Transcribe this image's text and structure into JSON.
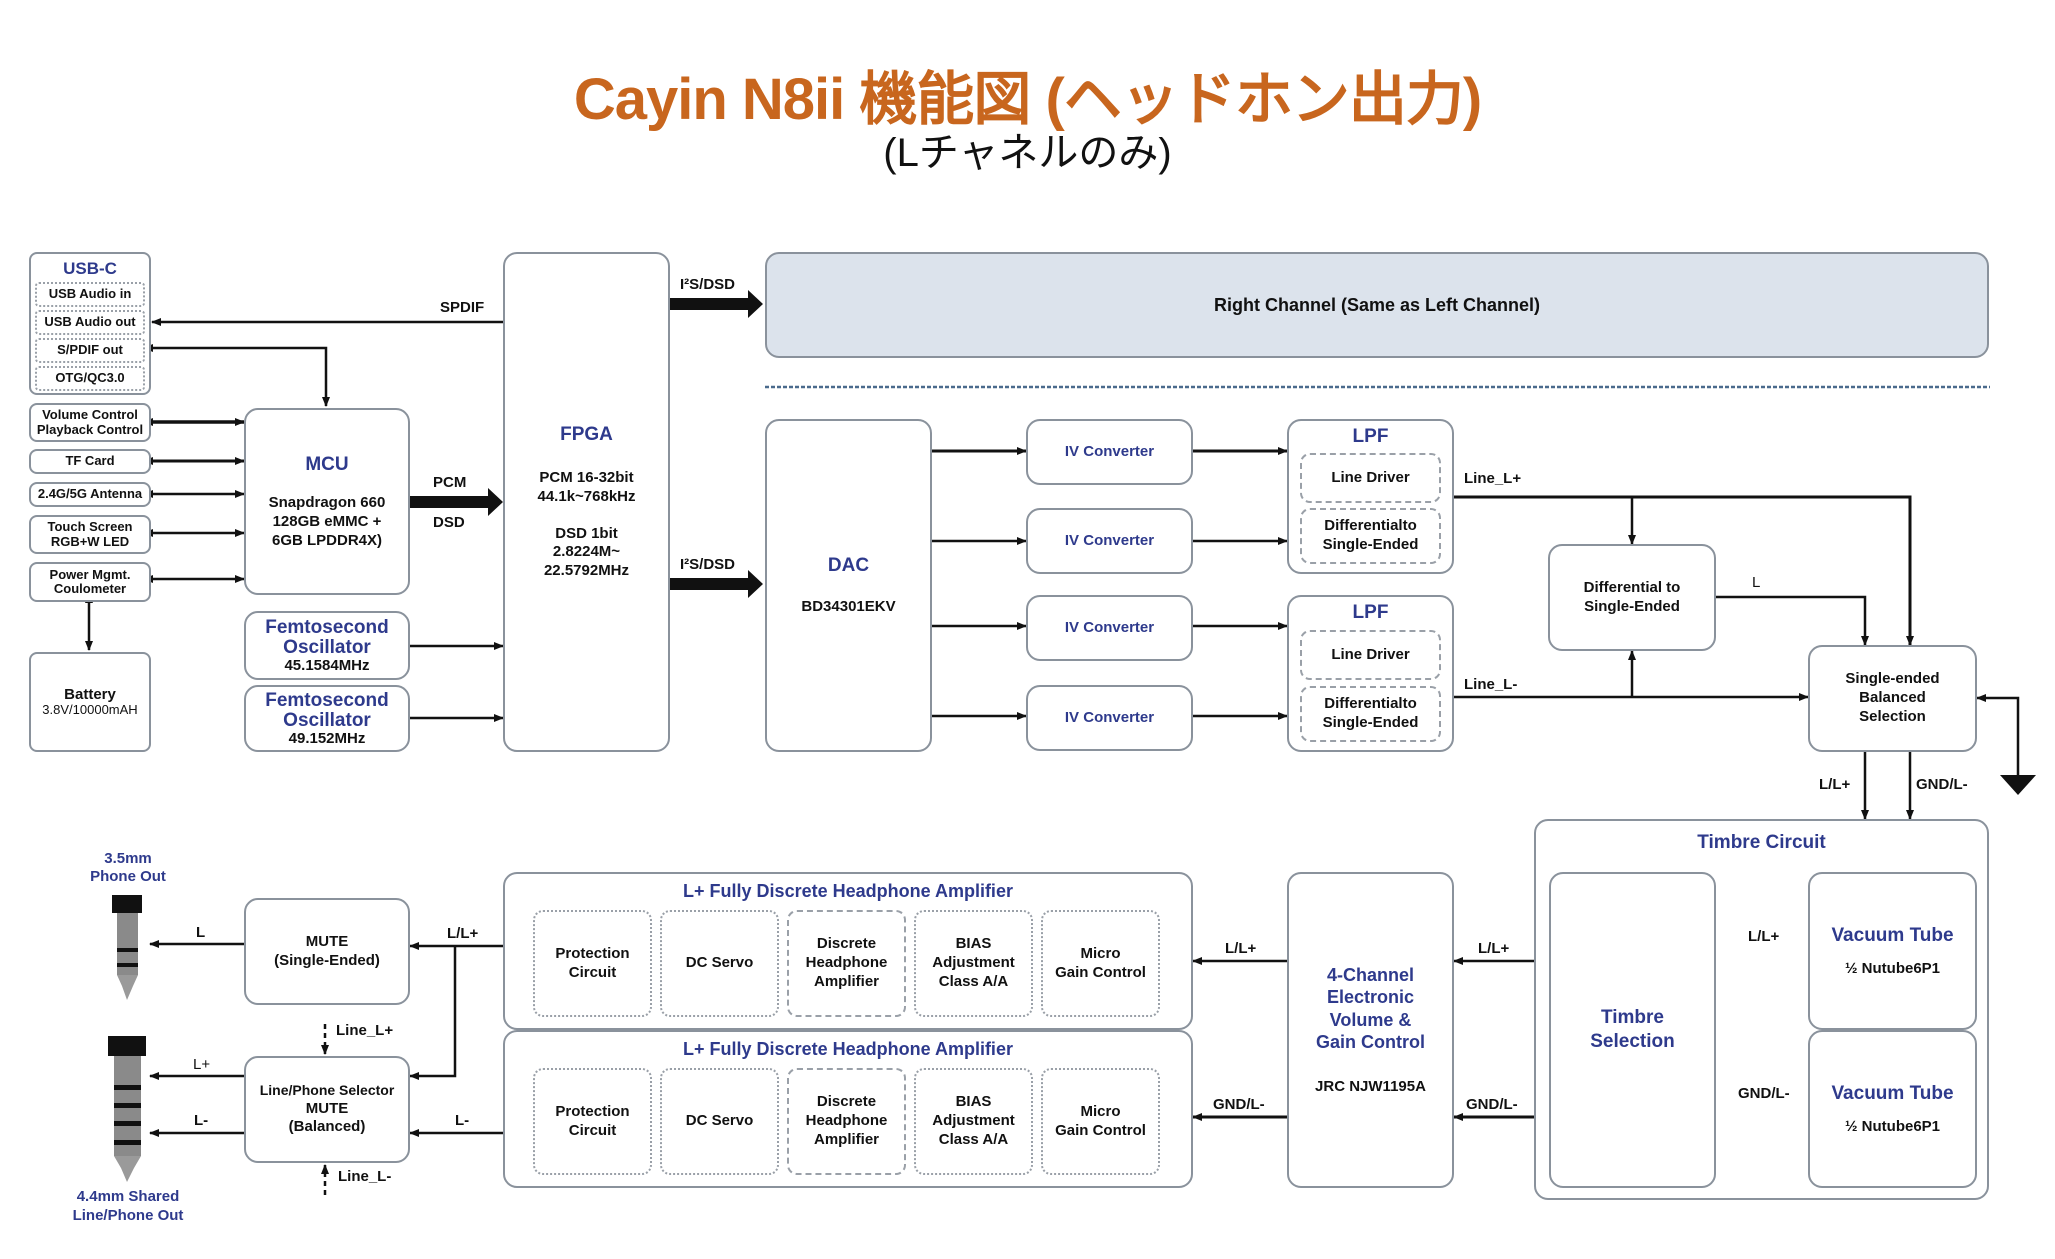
{
  "title": "Cayin N8ii 機能図 (ヘッドホン出力)",
  "subtitle": "(Lチャネルのみ)",
  "colors": {
    "title": "#C8661E",
    "heading": "#2E3A8C",
    "border": "#8A929C",
    "right_channel_fill": "#DCE3EC"
  },
  "left_panel": {
    "usb_c": {
      "title": "USB-C",
      "items": [
        "USB  Audio in",
        "USB  Audio out",
        "S/PDIF out",
        "OTG/QC3.0"
      ]
    },
    "peripherals": [
      {
        "line1": "Volume Control",
        "line2": "Playback Control"
      },
      {
        "line1": "TF Card",
        "line2": ""
      },
      {
        "line1": "2.4G/5G Antenna",
        "line2": ""
      },
      {
        "line1": "Touch Screen",
        "line2": "RGB+W LED"
      },
      {
        "line1": "Power Mgmt.",
        "line2": "Coulometer"
      }
    ],
    "battery": {
      "title": "Battery",
      "spec": "3.8V/10000mAH"
    }
  },
  "mcu": {
    "title": "MCU",
    "lines": [
      "Snapdragon 660",
      "128GB eMMC +",
      "6GB LPDDR4X)"
    ]
  },
  "oscillators": [
    {
      "title": "Femtosecond Oscillator",
      "freq": "45.1584MHz"
    },
    {
      "title": "Femtosecond Oscillator",
      "freq": "49.152MHz"
    }
  ],
  "fpga": {
    "title": "FPGA",
    "pcm1": "PCM 16-32bit",
    "pcm2": "44.1k~768kHz",
    "dsd1": "DSD 1bit",
    "dsd2": "2.8224M~",
    "dsd3": "22.5792MHz"
  },
  "signals": {
    "spdif": "SPDIF",
    "pcm": "PCM",
    "dsd": "DSD",
    "i2s_top": "I²S/DSD",
    "i2s_bottom": "I²S/DSD",
    "line_l_plus": "Line_L+",
    "line_l_minus": "Line_L-",
    "l": "L",
    "l_ll": "L/L+",
    "gnd_l": "GND/L-",
    "l_plus": "L+",
    "l_minus": "L-"
  },
  "right_channel": "Right Channel (Same as Left Channel)",
  "dac": {
    "title": "DAC",
    "chip": "BD34301EKV"
  },
  "iv_converters": [
    "IV Converter",
    "IV Converter",
    "IV Converter",
    "IV Converter"
  ],
  "lpf": [
    {
      "title": "LPF",
      "driver": "Line Driver",
      "diff1": "Differentialto",
      "diff2": "Single-Ended"
    },
    {
      "title": "LPF",
      "driver": "Line Driver",
      "diff1": "Differentialto",
      "diff2": "Single-Ended"
    }
  ],
  "diff_to_se": {
    "line1": "Differential to",
    "line2": "Single-Ended"
  },
  "se_bal": {
    "line1": "Single-ended",
    "line2": "Balanced",
    "line3": "Selection"
  },
  "timbre": {
    "title": "Timbre Circuit",
    "selection1": "Timbre",
    "selection2": "Selection",
    "tubes": [
      {
        "title": "Vacuum Tube",
        "spec": "½ Nutube6P1"
      },
      {
        "title": "Vacuum Tube",
        "spec": "½ Nutube6P1"
      }
    ]
  },
  "volume": {
    "l1": "4-Channel",
    "l2": "Electronic",
    "l3": "Volume &",
    "l4": "Gain Control",
    "chip": "JRC NJW1195A"
  },
  "amplifiers": [
    {
      "title": "L+ Fully Discrete Headphone Amplifier",
      "blocks": [
        {
          "l1": "Protection",
          "l2": "Circuit",
          "l3": ""
        },
        {
          "l1": "DC Servo",
          "l2": "",
          "l3": ""
        },
        {
          "l1": "Discrete",
          "l2": "Headphone",
          "l3": "Amplifier"
        },
        {
          "l1": "BIAS",
          "l2": "Adjustment",
          "l3": "Class A/A"
        },
        {
          "l1": "Micro",
          "l2": "Gain Control",
          "l3": ""
        }
      ]
    },
    {
      "title": "L+ Fully Discrete Headphone Amplifier",
      "blocks": [
        {
          "l1": "Protection",
          "l2": "Circuit",
          "l3": ""
        },
        {
          "l1": "DC Servo",
          "l2": "",
          "l3": ""
        },
        {
          "l1": "Discrete",
          "l2": "Headphone",
          "l3": "Amplifier"
        },
        {
          "l1": "BIAS",
          "l2": "Adjustment",
          "l3": "Class A/A"
        },
        {
          "l1": "Micro",
          "l2": "Gain Control",
          "l3": ""
        }
      ]
    }
  ],
  "mute_se": {
    "l1": "MUTE",
    "l2": "(Single-Ended)"
  },
  "selector": {
    "l1": "Line/Phone Selector",
    "l2": "MUTE",
    "l3": "(Balanced)"
  },
  "outputs": {
    "jack35": {
      "l1": "3.5mm",
      "l2": "Phone Out"
    },
    "jack44": {
      "l1": "4.4mm Shared",
      "l2": "Line/Phone Out"
    }
  }
}
